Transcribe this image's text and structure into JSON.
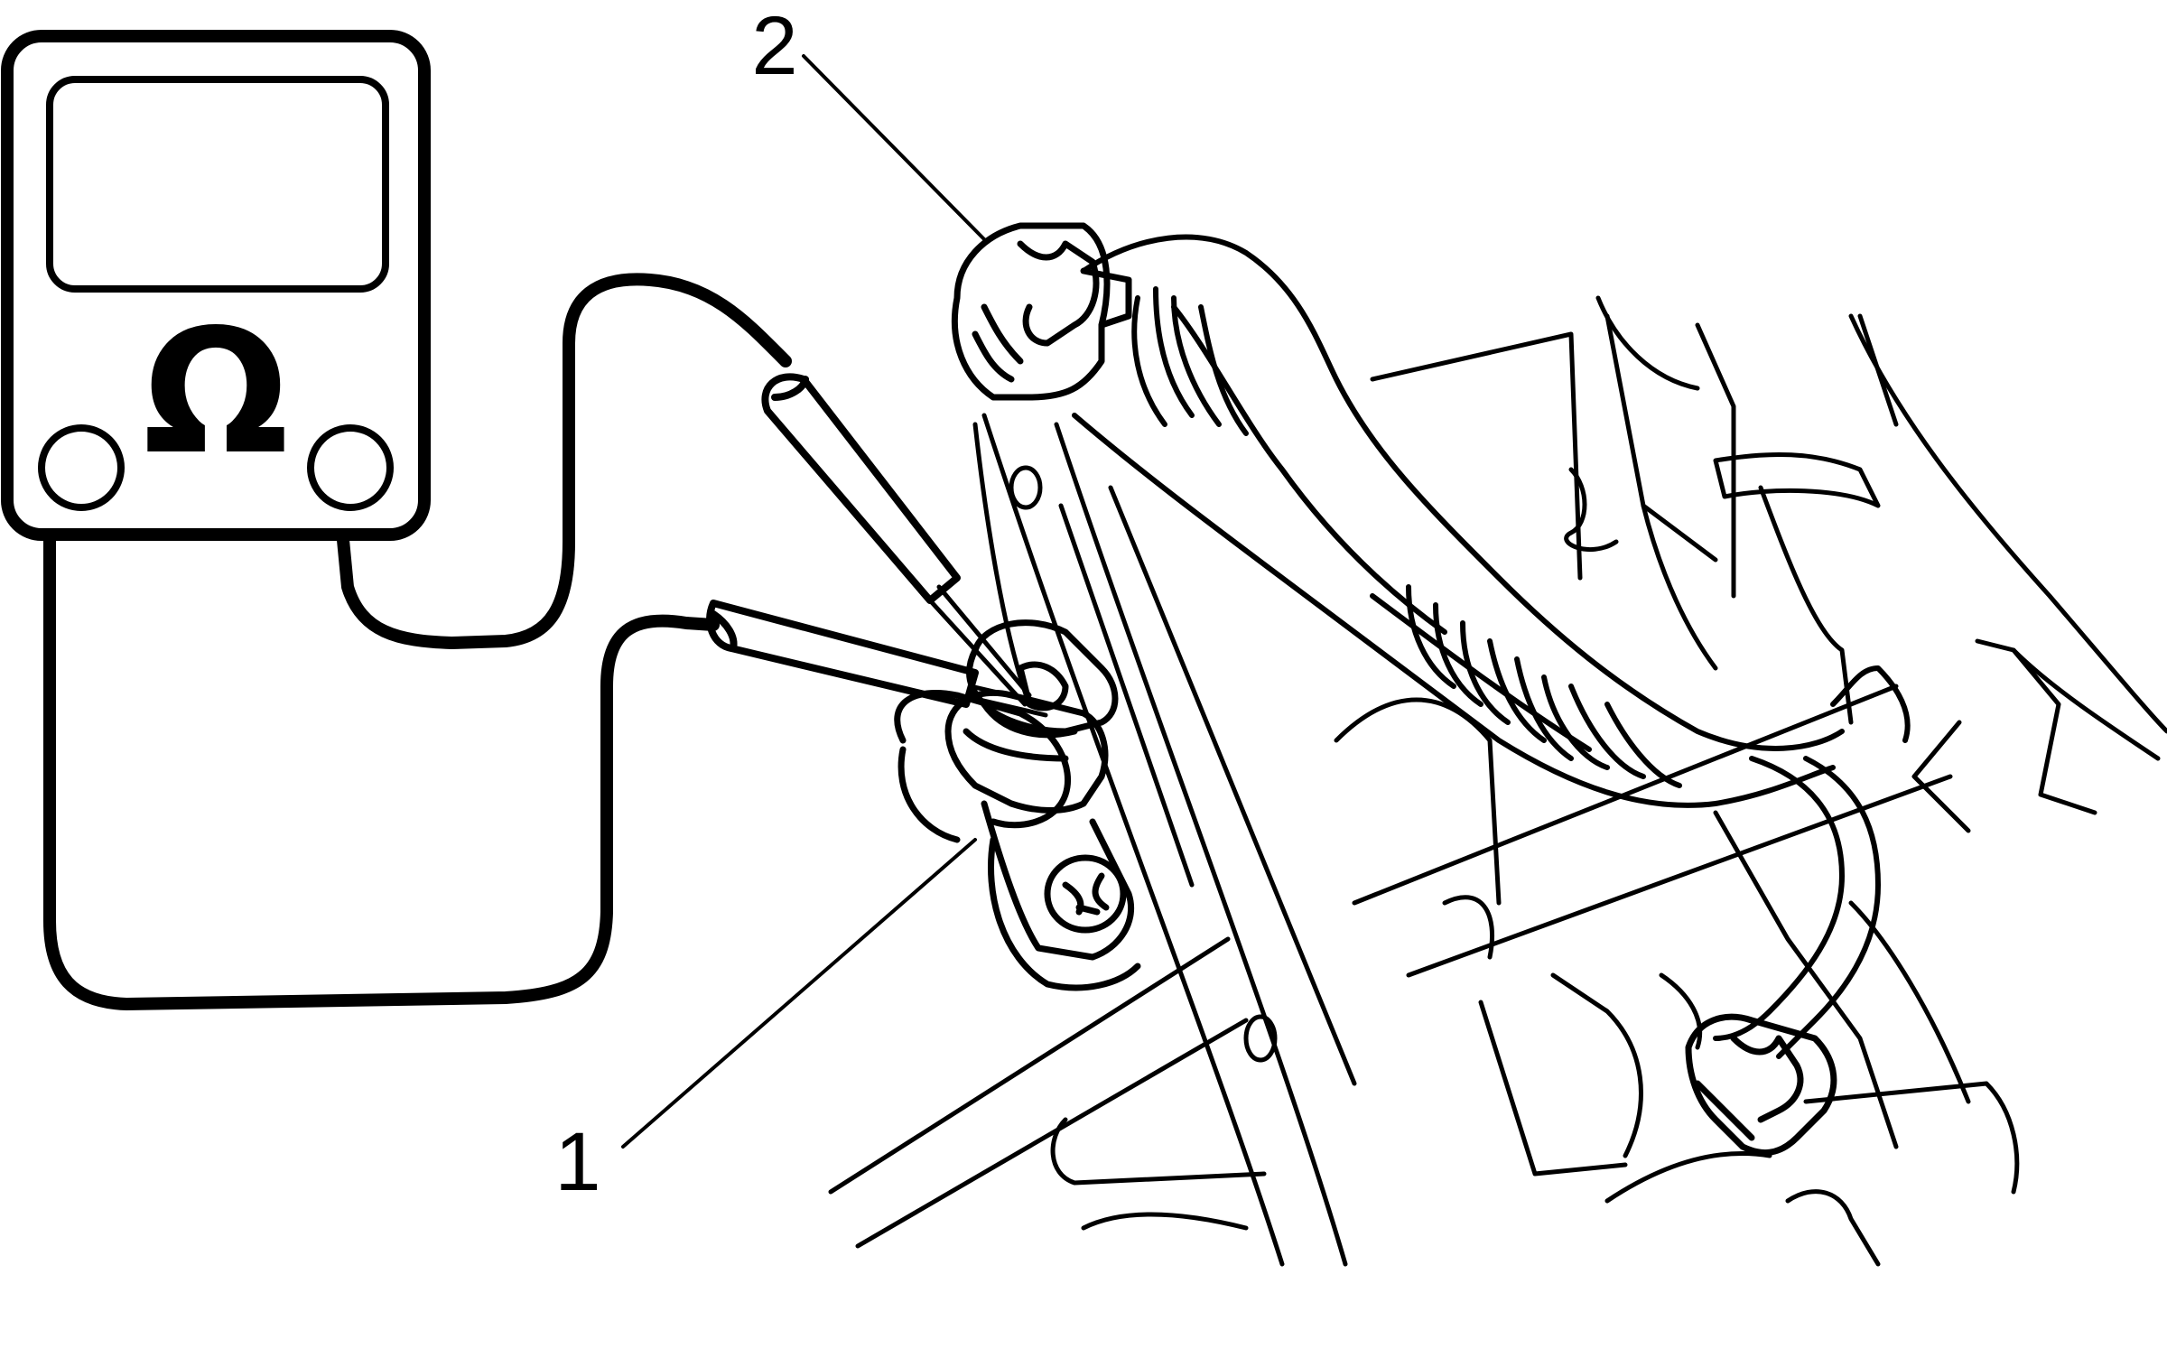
{
  "meter": {
    "symbol": "Ω"
  },
  "callouts": [
    {
      "id": "1",
      "label": "1"
    },
    {
      "id": "2",
      "label": "2"
    }
  ],
  "colors": {
    "line": "#000000",
    "background": "#ffffff"
  }
}
